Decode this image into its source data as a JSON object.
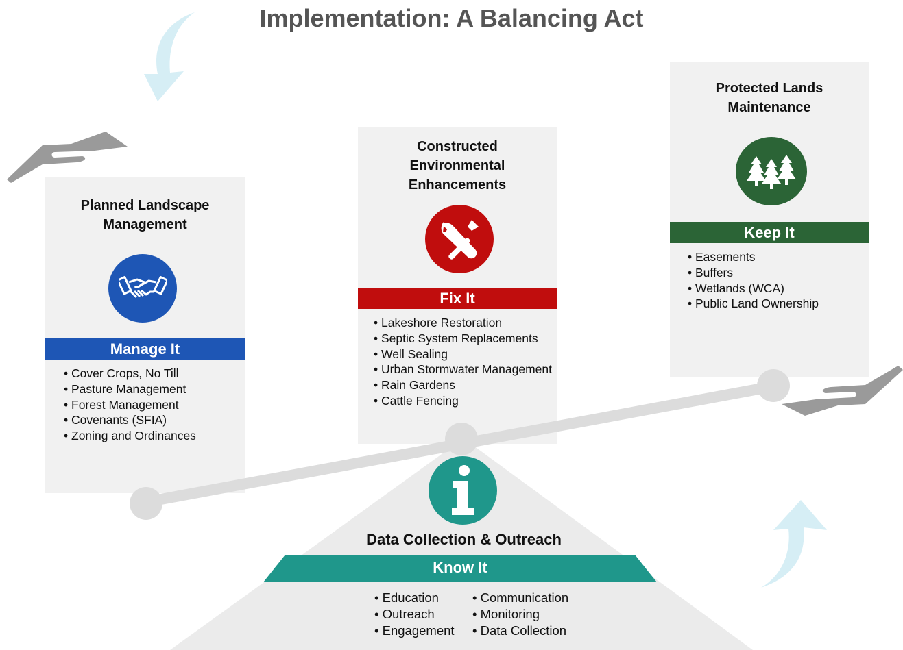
{
  "title": "Implementation: A Balancing Act",
  "colors": {
    "manage": "#1e56b5",
    "fix": "#c00d0d",
    "keep": "#2b6436",
    "know": "#1f978b",
    "card_bg": "#f1f1f1",
    "beam": "#dcdcdc",
    "hand": "#9a9a9a",
    "arrow": "#d6eef5",
    "title": "#555555"
  },
  "cards": {
    "manage": {
      "title_lines": [
        "Planned Landscape",
        "Management"
      ],
      "band": "Manage It",
      "icon": "handshake-icon",
      "items": [
        "Cover Crops, No Till",
        "Pasture Management",
        "Forest Management",
        "Covenants (SFIA)",
        "Zoning and Ordinances"
      ]
    },
    "fix": {
      "title_lines": [
        "Constructed",
        "Environmental",
        "Enhancements"
      ],
      "band": "Fix It",
      "icon": "tools-icon",
      "items": [
        "Lakeshore Restoration",
        "Septic System Replacements",
        "Well Sealing",
        "Urban Stormwater Management",
        "Rain Gardens",
        "Cattle Fencing"
      ]
    },
    "keep": {
      "title_lines": [
        "Protected Lands",
        "Maintenance"
      ],
      "band": "Keep It",
      "icon": "pine-trees-icon",
      "items": [
        "Easements",
        "Buffers",
        "Wetlands (WCA)",
        "Public Land Ownership"
      ]
    }
  },
  "know": {
    "title": "Data Collection & Outreach",
    "band": "Know It",
    "icon": "info-icon",
    "items_left": [
      "Education",
      "Outreach",
      "Engagement"
    ],
    "items_right": [
      "Communication",
      "Monitoring",
      "Data Collection"
    ]
  }
}
